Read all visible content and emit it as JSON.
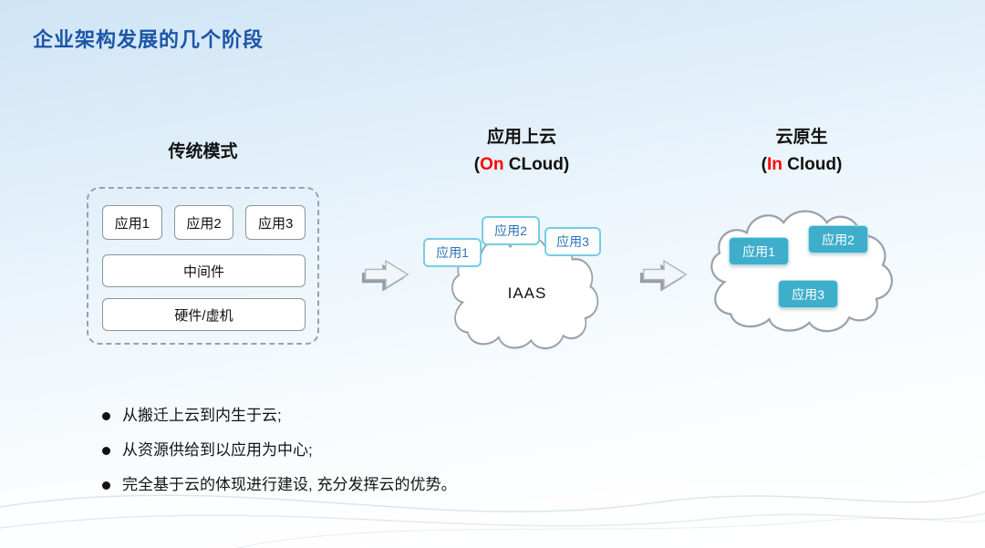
{
  "title": "企业架构发展的几个阶段",
  "stages": {
    "traditional": {
      "title": "传统模式",
      "apps": [
        "应用1",
        "应用2",
        "应用3"
      ],
      "middleware": "中间件",
      "hardware": "硬件/虚机"
    },
    "on_cloud": {
      "title": "应用上云",
      "sub_open": "(",
      "sub_highlight": "On",
      "sub_rest": " CLoud)",
      "cloud_label": "IAAS",
      "apps": [
        "应用1",
        "应用2",
        "应用3"
      ]
    },
    "in_cloud": {
      "title": "云原生",
      "sub_open": "(",
      "sub_highlight": "In",
      "sub_rest": " Cloud)",
      "apps": [
        "应用1",
        "应用2",
        "应用3"
      ]
    }
  },
  "bullets": [
    "从搬迁上云到内生于云;",
    "从资源供给到以应用为中心;",
    "完全基于云的体现进行建设, 充分发挥云的优势。"
  ],
  "colors": {
    "title_blue": "#1c55a8",
    "highlight_red": "#ff0000",
    "app_teal": "#3eaecb",
    "chip_border_blue": "#76cde4",
    "chip_text_blue": "#2c73b8"
  }
}
